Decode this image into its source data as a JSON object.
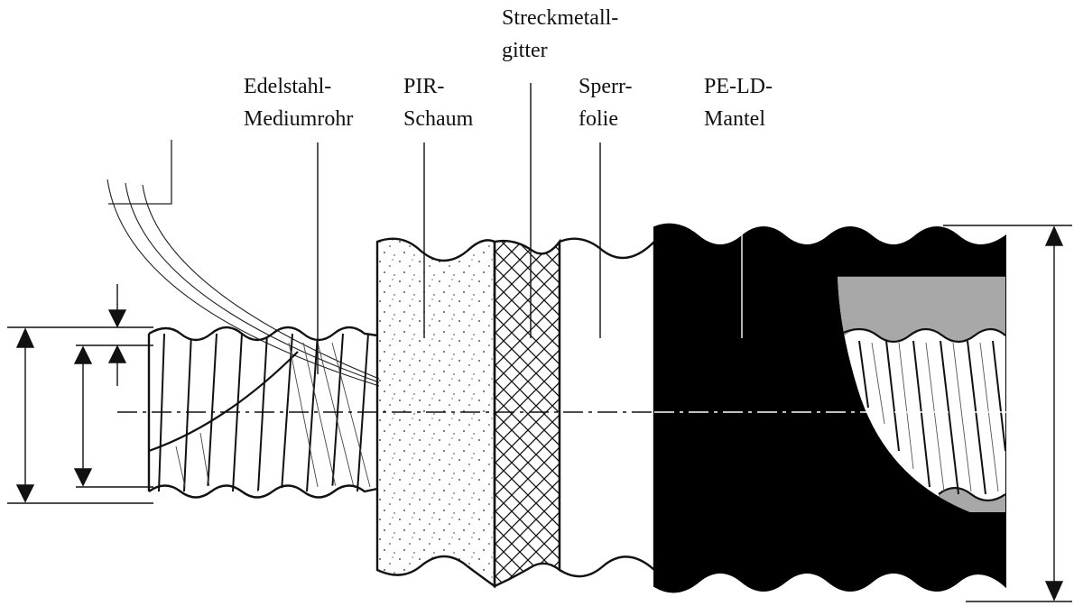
{
  "labels": {
    "streckmetall_line1": "Streckmetall-",
    "streckmetall_line2": "gitter",
    "edelstahl_line1": "Edelstahl-",
    "edelstahl_line2": "Mediumrohr",
    "pir_line1": "PIR-",
    "pir_line2": "Schaum",
    "sperr_line1": "Sperr-",
    "sperr_line2": "folie",
    "pe_line1": "PE-LD-",
    "pe_line2": "Mantel"
  },
  "colors": {
    "line": "#111111",
    "mantel": "#000000",
    "cutaway_grey": "#a8a8a8",
    "background": "#ffffff"
  }
}
